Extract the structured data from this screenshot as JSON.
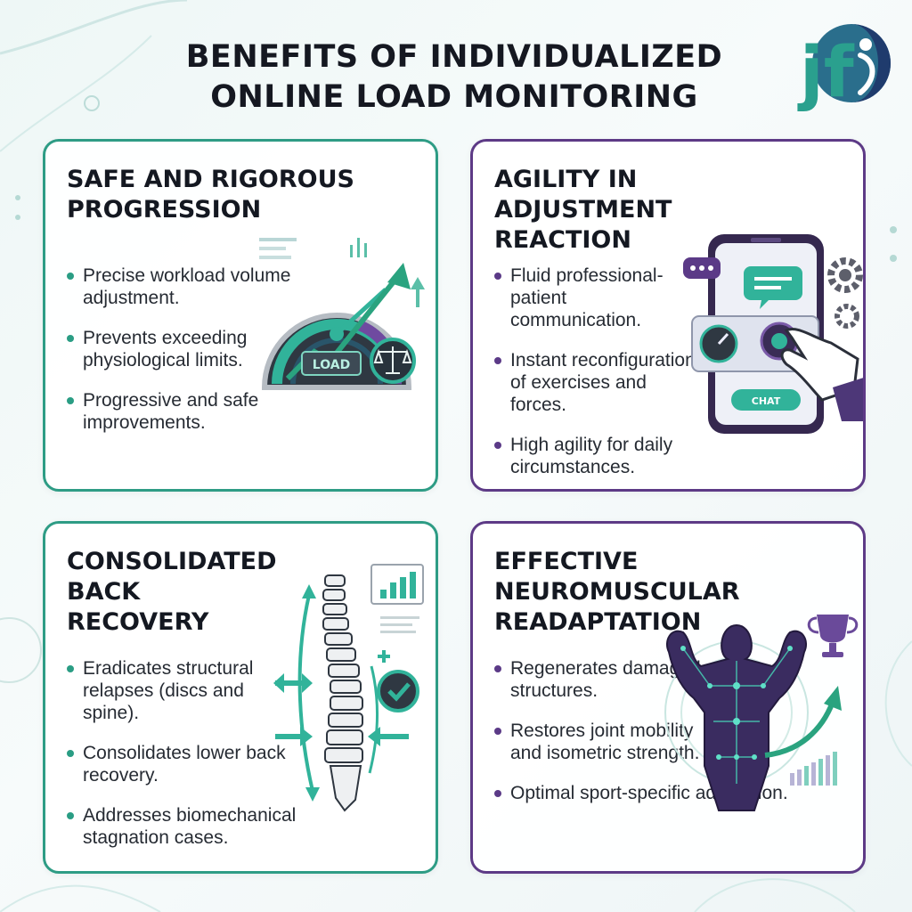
{
  "title_line1": "BENEFITS OF INDIVIDUALIZED",
  "title_line2": "ONLINE LOAD MONITORING",
  "logo_text": "jf",
  "colors": {
    "teal": "#2e9c85",
    "purple": "#5d3a86",
    "dark": "#141821"
  },
  "cards": [
    {
      "title": "SAFE AND RIGOROUS\nPROGRESSION",
      "bullets": [
        "Precise workload volume adjustment.",
        "Prevents exceeding physiological limits.",
        "Progressive and safe improvements."
      ],
      "gauge_label": "LOAD",
      "icons": [
        "speedometer-gauge-icon",
        "scale-balance-icon",
        "up-arrow-icon"
      ]
    },
    {
      "title": "AGILITY IN\nADJUSTMENT\nREACTION",
      "bullets": [
        "Fluid professional-patient communication.",
        "Instant reconfiguration of exercises and forces.",
        "High agility for daily circumstances."
      ],
      "chat_label": "CHAT",
      "icons": [
        "smartphone-icon",
        "chat-bubble-icon",
        "gear-icon",
        "hand-pointer-icon"
      ]
    },
    {
      "title": "CONSOLIDATED\nBACK\nRECOVERY",
      "bullets": [
        "Eradicates structural relapses (discs and spine).",
        "Consolidates lower back recovery.",
        "Addresses biomechanical stagnation cases."
      ],
      "icons": [
        "spine-icon",
        "check-circle-icon",
        "bar-chart-icon"
      ]
    },
    {
      "title": "EFFECTIVE\nNEUROMUSCULAR\nREADAPTATION",
      "bullets": [
        "Regenerates damaged structures.",
        "Restores joint mobility and isometric strength.",
        "Optimal sport-specific adaptation."
      ],
      "icons": [
        "muscular-body-icon",
        "trophy-icon",
        "bar-chart-icon"
      ]
    }
  ]
}
